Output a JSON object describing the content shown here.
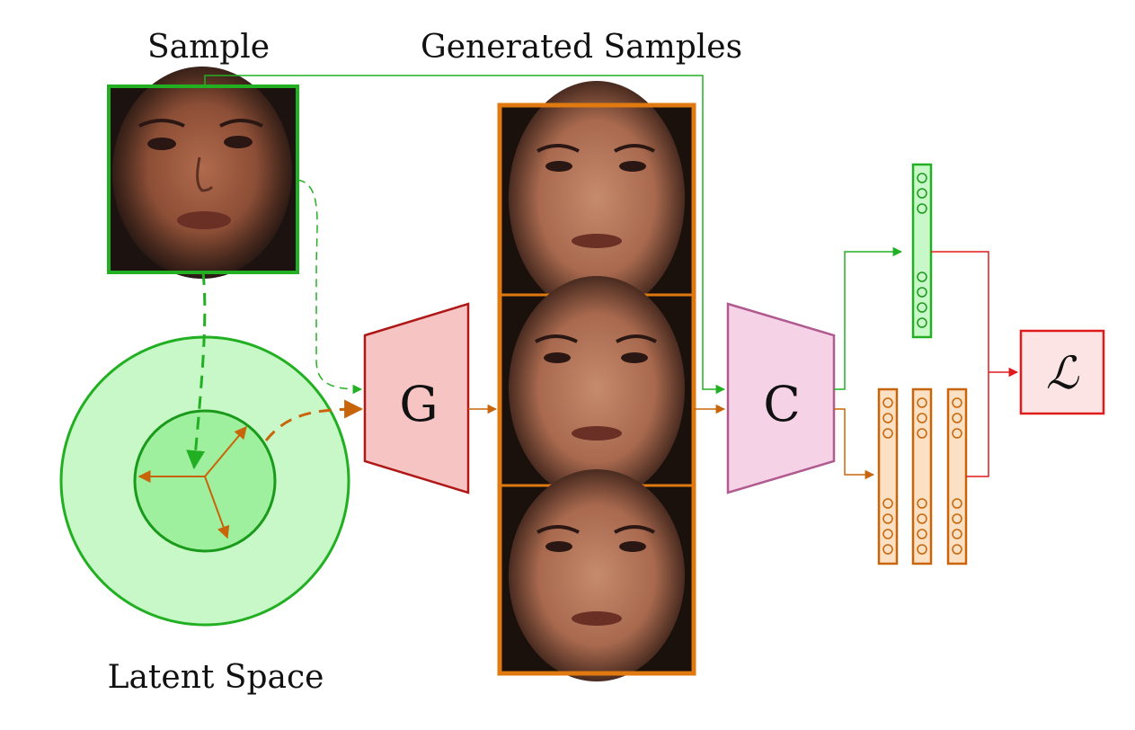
{
  "labels": {
    "sample": "Sample",
    "generated": "Generated Samples",
    "latent": "Latent Space",
    "generator": "G",
    "classifier": "C",
    "loss": "ℒ"
  },
  "colors": {
    "green": "#22b022",
    "dark_green": "#1a9a1a",
    "orange": "#e07a10",
    "brown_orange": "#c8650a",
    "red": "#e01b1b",
    "dark_red": "#b01818",
    "generator_fill": "#f7c4c4",
    "classifier_fill": "#f5d2e6",
    "classifier_stroke": "#b05a90",
    "latent_outer_fill": "#c8f8c8",
    "latent_inner_fill": "#9ef09e",
    "feature_green_fill": "#c8f8c8",
    "feature_orange_fill": "#fbe0c4",
    "loss_fill": "#fde4e4",
    "face_skin": "#9a5a40",
    "face_bg": "#1c1210"
  },
  "images": {
    "sample_face": "sample-face-photo",
    "generated_faces": [
      "generated-face-photo-1",
      "generated-face-photo-2",
      "generated-face-photo-3"
    ]
  }
}
